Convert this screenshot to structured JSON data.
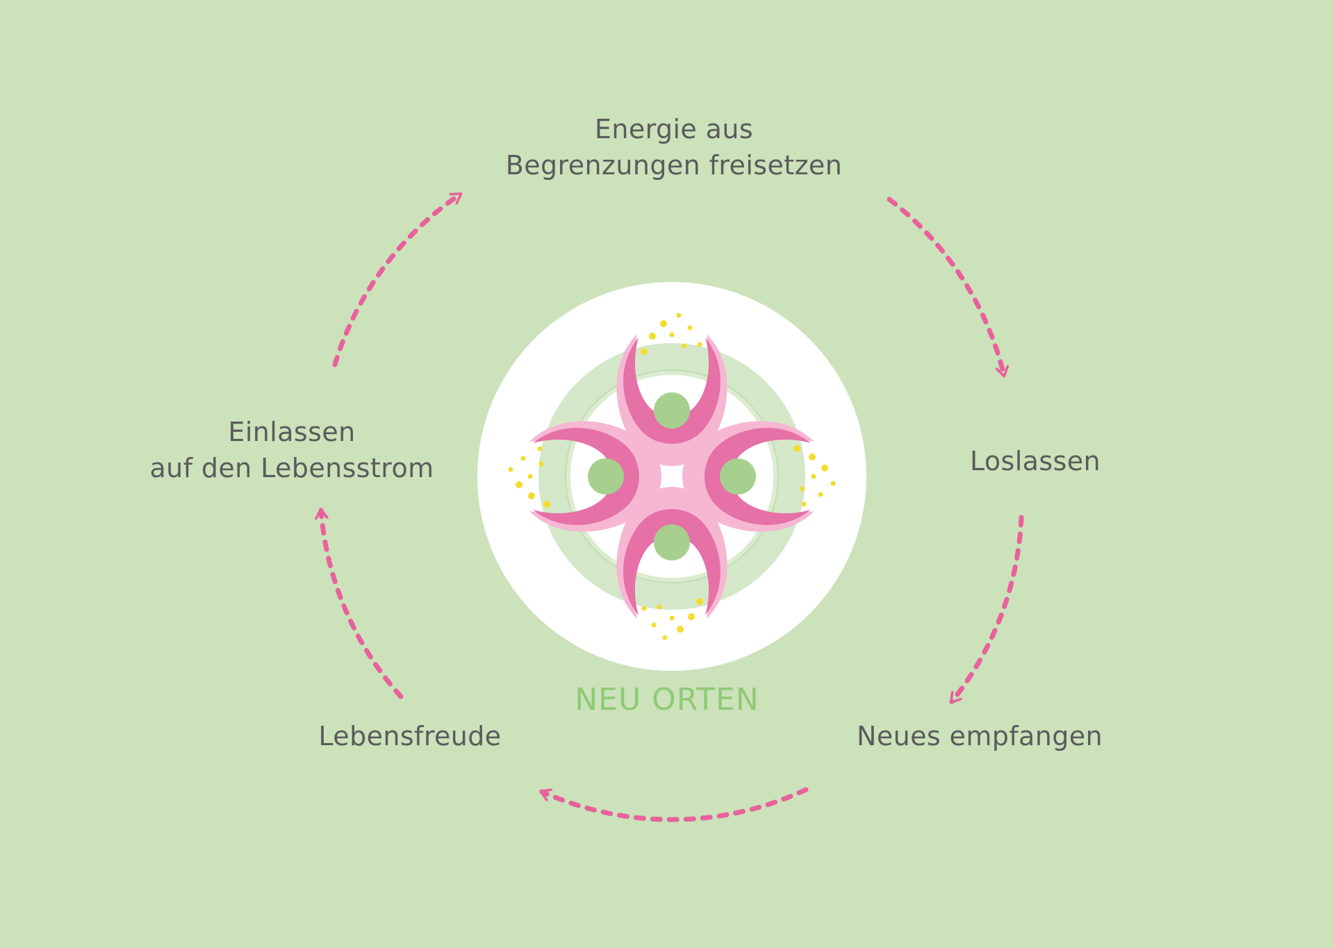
{
  "colors": {
    "background": "#cbe2bb",
    "arrow": "#e8619c",
    "text": "#5b5b5b",
    "title": "#8fca74",
    "petal": "#e671a6",
    "petal_light": "#f6b7d3",
    "core": "#a7d08e",
    "ring": "#c6e0b7",
    "dots": "#f2dd2e",
    "disc": "#ffffff"
  },
  "icons": {
    "center": "four-petal-flower-icon"
  },
  "center": {
    "title": "NEU ORTEN"
  },
  "cycle": {
    "steps": [
      {
        "lines": [
          "Energie aus",
          "Begrenzungen freisetzen"
        ]
      },
      {
        "lines": [
          "Loslassen"
        ]
      },
      {
        "lines": [
          "Neues empfangen"
        ]
      },
      {
        "lines": [
          "Lebensfreude"
        ]
      },
      {
        "lines": [
          "Einlassen",
          "auf den Lebensstrom"
        ]
      }
    ]
  }
}
